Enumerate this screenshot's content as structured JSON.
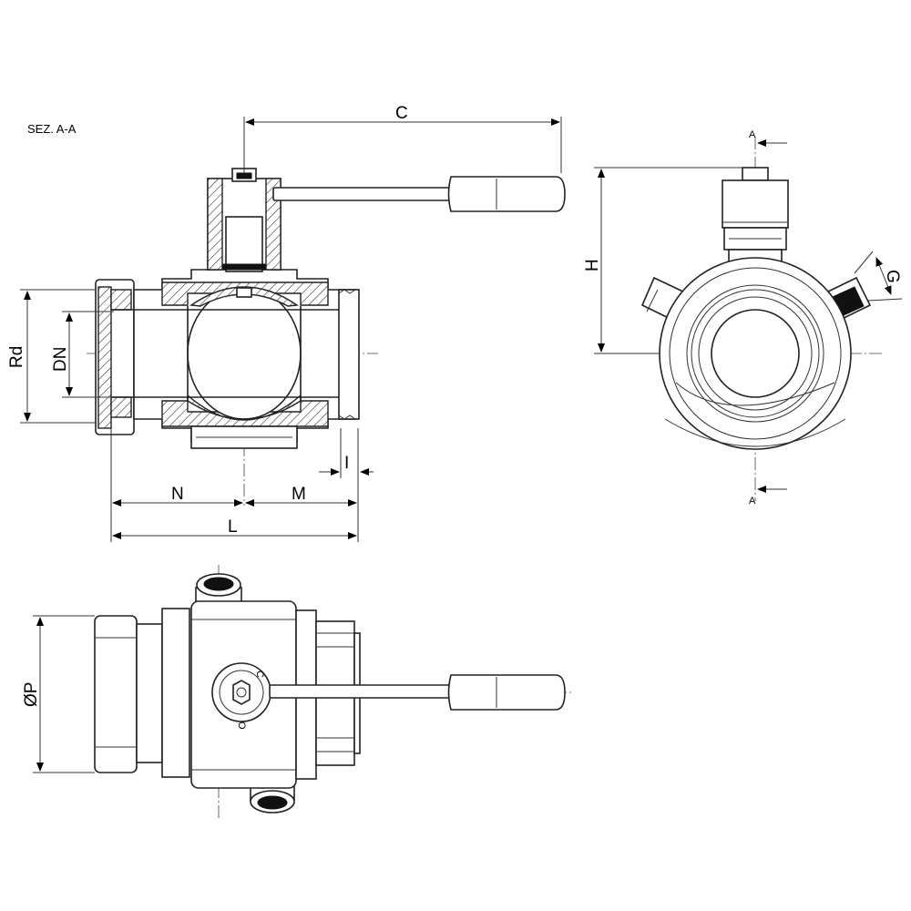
{
  "section_title": "SEZ.  A-A",
  "dimensions": {
    "C": "C",
    "Rd": "Rd",
    "DN": "DN",
    "N": "N",
    "M": "M",
    "L": "L",
    "I": "I",
    "H": "H",
    "G": "G",
    "P": "ØP"
  },
  "section_markers": {
    "top": "A",
    "bottom": "A"
  },
  "valve_markings": {
    "closed": "C",
    "open": "O"
  },
  "colors": {
    "line": "#222222",
    "background": "#ffffff"
  }
}
